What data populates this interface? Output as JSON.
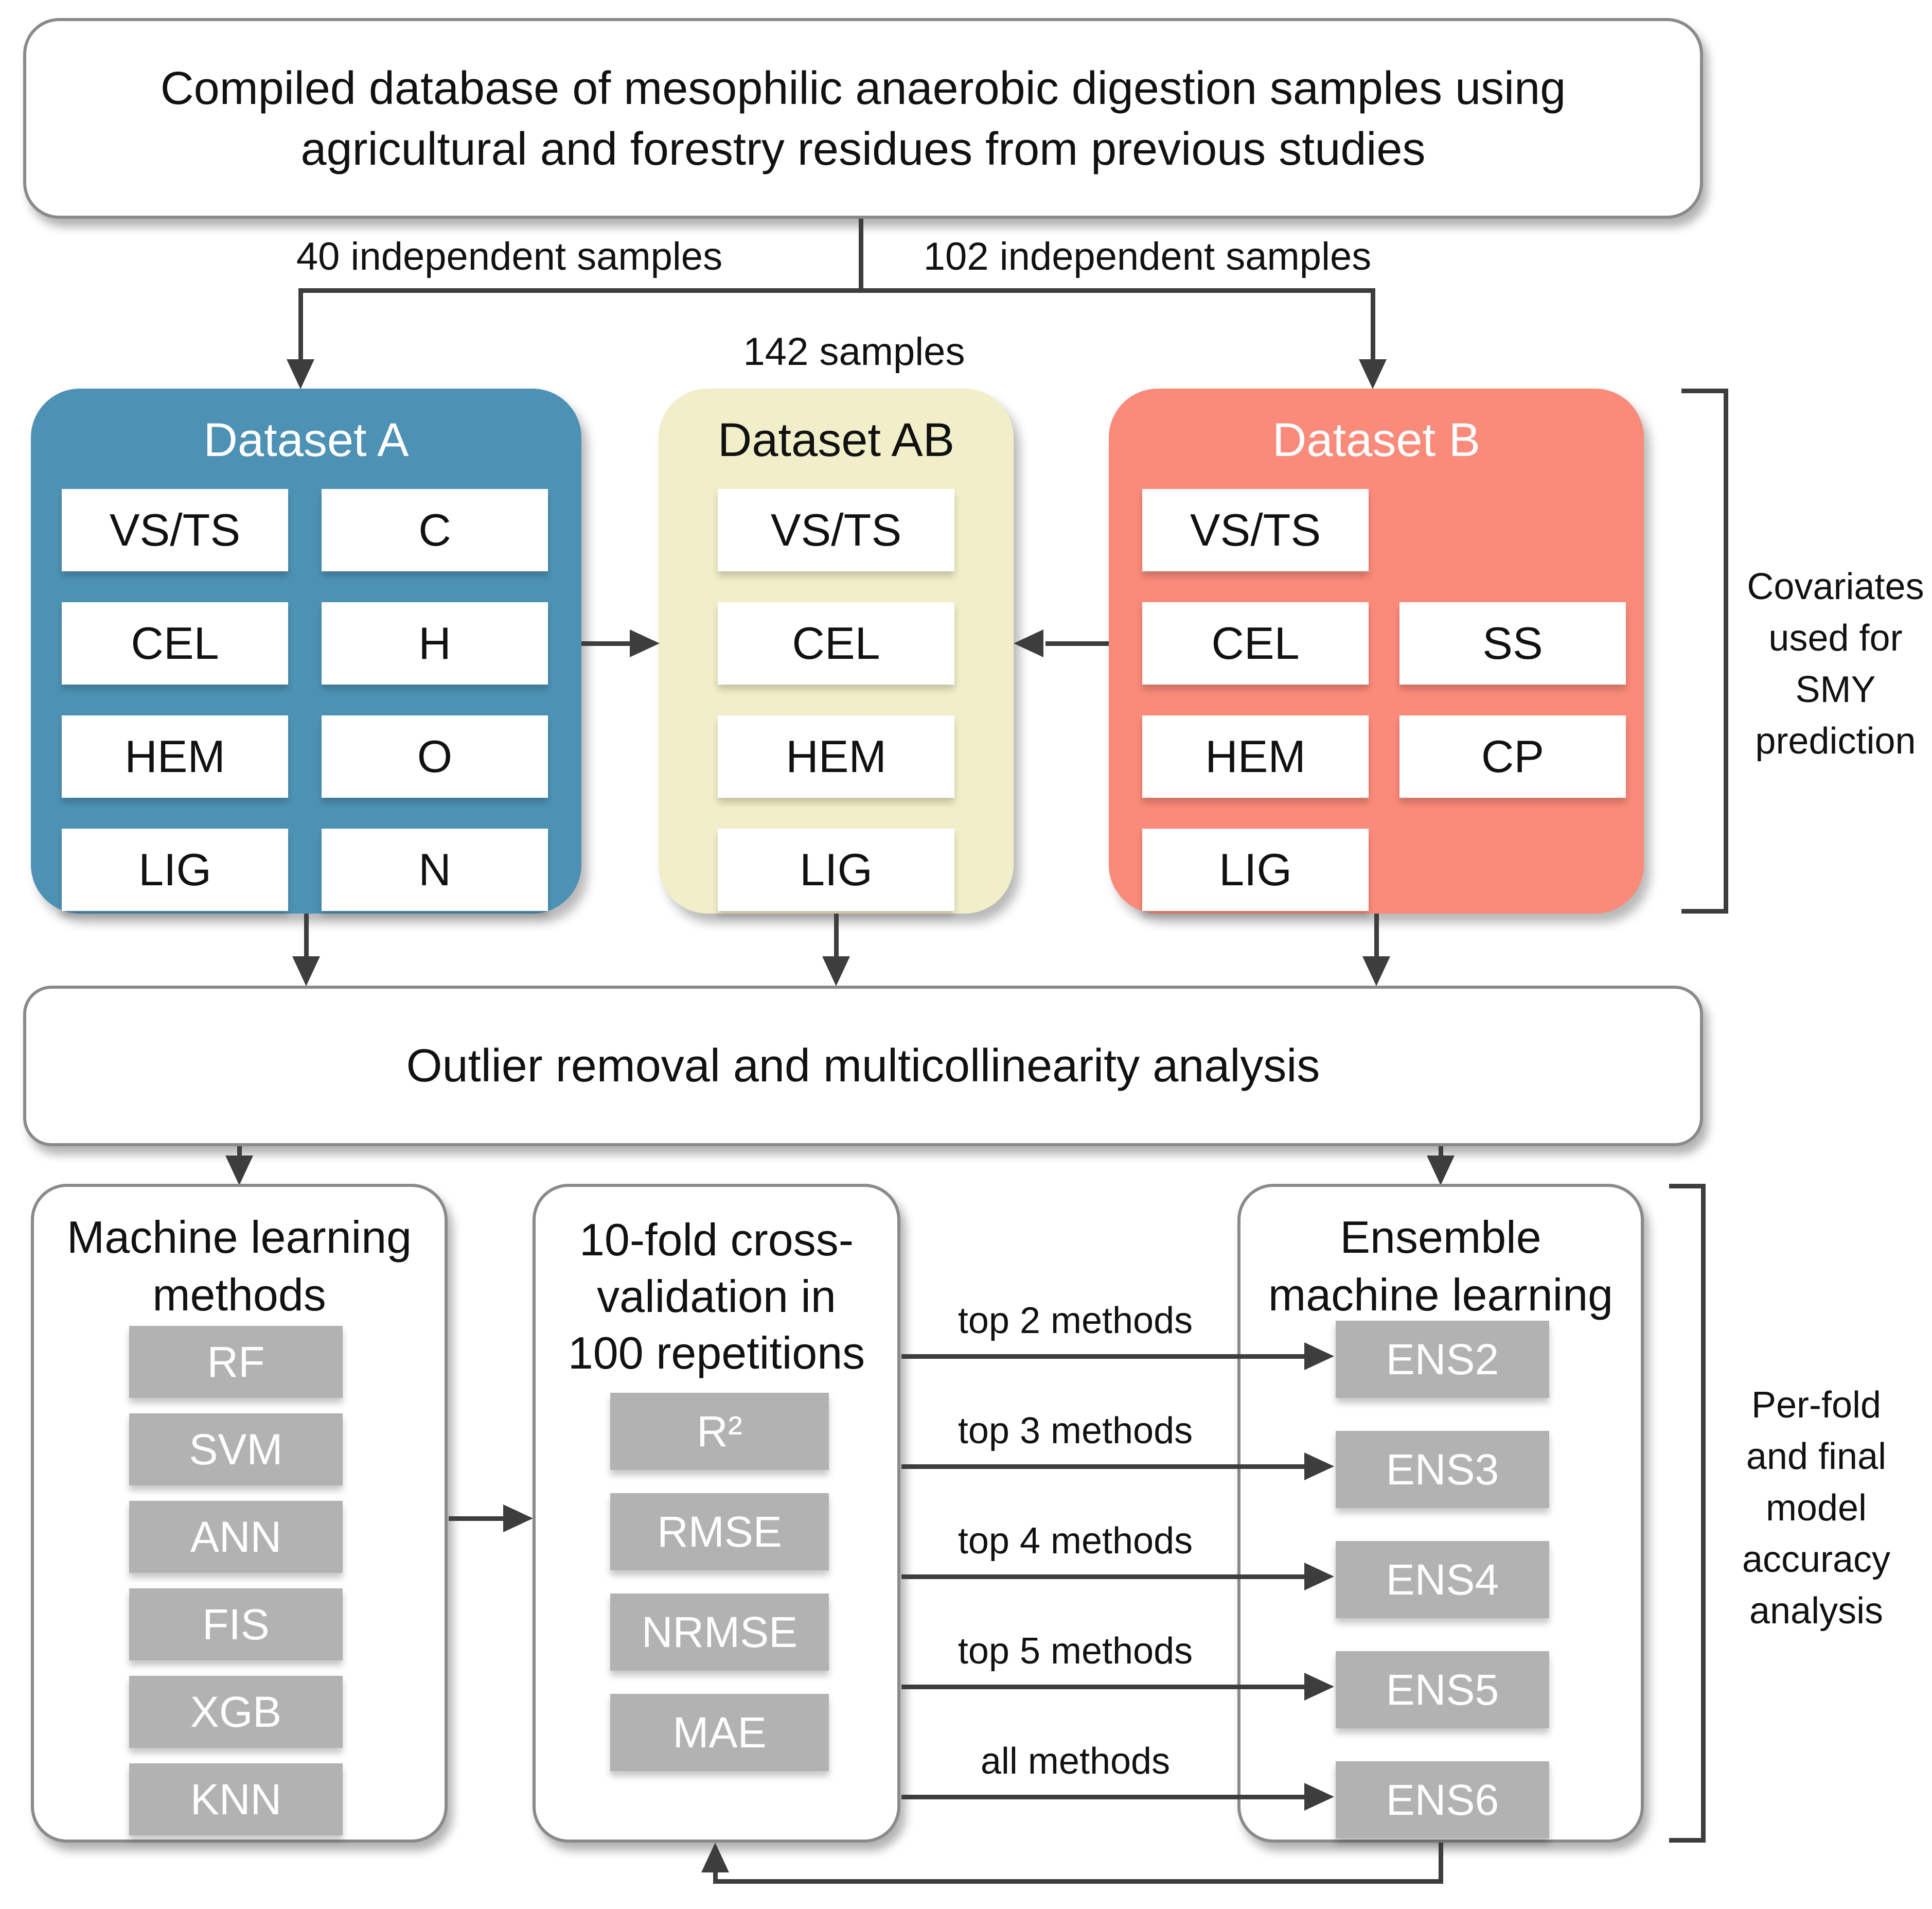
{
  "top_box": {
    "line1": "Compiled database of mesophilic anaerobic digestion samples using",
    "line2": "agricultural and forestry residues from previous studies"
  },
  "branch_labels": {
    "left": "40 independent samples",
    "right": "102 independent samples",
    "merged": "142 samples"
  },
  "datasets": {
    "a": {
      "title": "Dataset A",
      "items_left": [
        "VS/TS",
        "CEL",
        "HEM",
        "LIG"
      ],
      "items_right": [
        "C",
        "H",
        "O",
        "N"
      ]
    },
    "ab": {
      "title": "Dataset AB",
      "items": [
        "VS/TS",
        "CEL",
        "HEM",
        "LIG"
      ]
    },
    "b": {
      "title": "Dataset B",
      "items_left": [
        "VS/TS",
        "CEL",
        "HEM",
        "LIG"
      ],
      "items_right": [
        "SS",
        "CP"
      ]
    }
  },
  "covariates_note": {
    "line1": "Covariates",
    "line2": "used for",
    "line3": "SMY",
    "line4": "prediction"
  },
  "outlier_box": {
    "text": "Outlier removal and multicollinearity analysis"
  },
  "ml_box": {
    "title_line1": "Machine learning",
    "title_line2": "methods",
    "items": [
      "RF",
      "SVM",
      "ANN",
      "FIS",
      "XGB",
      "KNN"
    ]
  },
  "cv_box": {
    "title_line1": "10-fold cross-",
    "title_line2": "validation in",
    "title_line3": "100 repetitions",
    "items": [
      "R²",
      "RMSE",
      "NRMSE",
      "MAE"
    ]
  },
  "ensemble_box": {
    "title_line1": "Ensemble",
    "title_line2": "machine learning",
    "items": [
      "ENS2",
      "ENS3",
      "ENS4",
      "ENS5",
      "ENS6"
    ]
  },
  "connector_labels": [
    "top 2 methods",
    "top 3 methods",
    "top 4 methods",
    "top 5 methods",
    "all methods"
  ],
  "accuracy_note": {
    "line1": "Per-fold",
    "line2": "and final",
    "line3": "model",
    "line4": "accuracy",
    "line5": "analysis"
  },
  "colors": {
    "dataset_a": "#4D92B5",
    "dataset_ab": "#F1EFC9",
    "dataset_b": "#FA8A7A",
    "method_item": "#B2B2B2",
    "connector": "#3D3D3D"
  }
}
